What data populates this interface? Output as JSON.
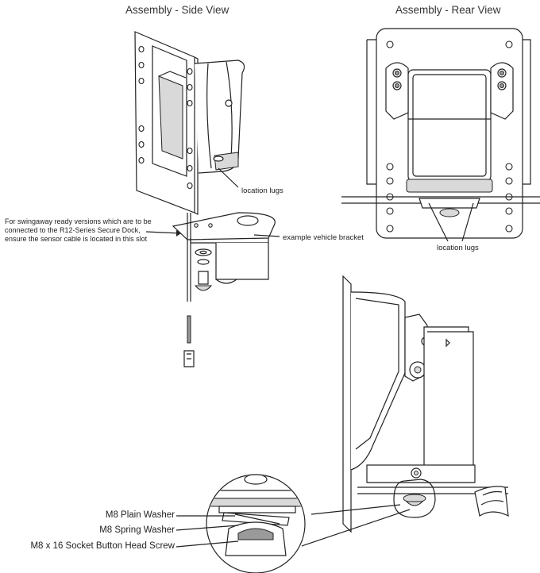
{
  "titles": {
    "side_view": "Assembly - Side View",
    "rear_view": "Assembly - Rear View"
  },
  "callouts": {
    "location_lugs_side": "location lugs",
    "location_lugs_rear": "location lugs",
    "vehicle_bracket": "example vehicle bracket",
    "sensor_note": "For swingaway ready versions which are to be connected to the R12-Series Secure Dock, ensure the sensor cable is located in this slot"
  },
  "parts": {
    "plain_washer": "M8 Plain Washer",
    "spring_washer": "M8 Spring Washer",
    "screw": "M8 x 16 Socket Button Head Screw"
  }
}
